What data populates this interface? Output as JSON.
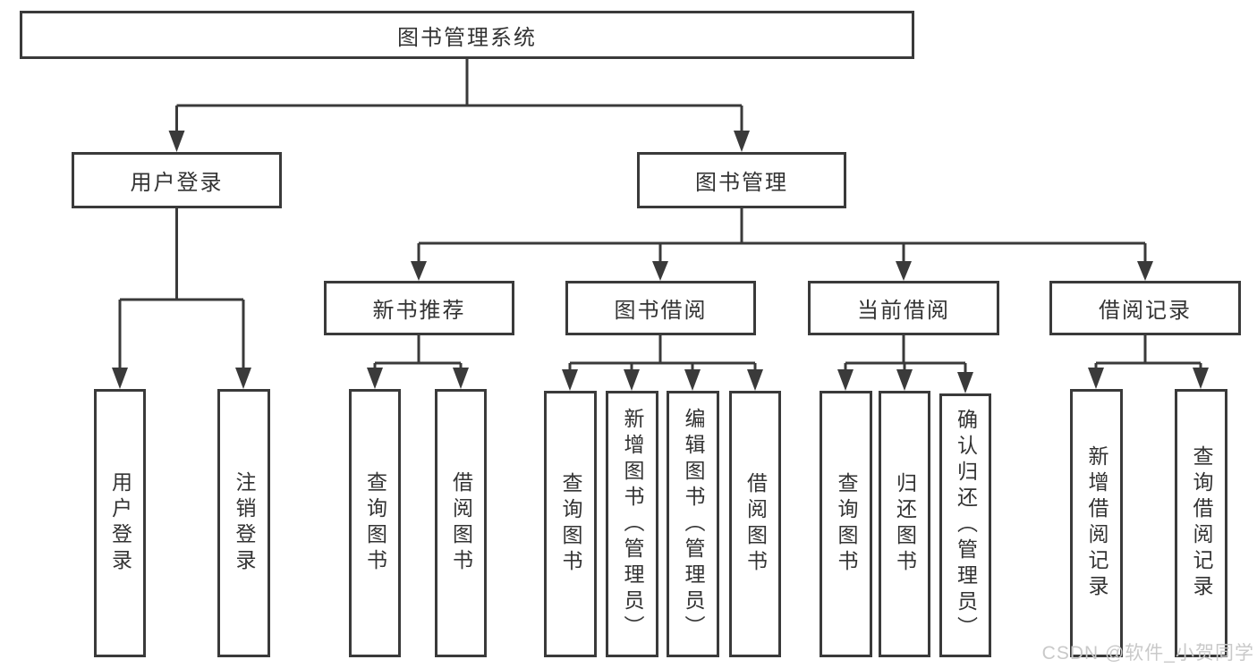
{
  "colors": {
    "line": "#3a3a3a",
    "box_fill": "#ffffff",
    "text": "#333333",
    "watermark_text_color": "#c9c9c9"
  },
  "diagram": {
    "root": {
      "label": "图书管理系统"
    },
    "user_login": {
      "label": "用户登录",
      "leaves": [
        {
          "label": "用户登录"
        },
        {
          "label": "注销登录"
        }
      ]
    },
    "book_mgmt": {
      "label": "图书管理",
      "sections": [
        {
          "label": "新书推荐",
          "leaves": [
            {
              "label": "查询图书"
            },
            {
              "label": "借阅图书"
            }
          ]
        },
        {
          "label": "图书借阅",
          "leaves": [
            {
              "label": "查询图书"
            },
            {
              "label": "新增图书（管理员）"
            },
            {
              "label": "编辑图书（管理员）"
            },
            {
              "label": "借阅图书"
            }
          ]
        },
        {
          "label": "当前借阅",
          "leaves": [
            {
              "label": "查询图书"
            },
            {
              "label": "归还图书"
            },
            {
              "label": "确认归还（管理员）"
            }
          ]
        },
        {
          "label": "借阅记录",
          "leaves": [
            {
              "label": "新增借阅记录"
            },
            {
              "label": "查询借阅记录"
            }
          ]
        }
      ]
    }
  },
  "watermark": {
    "text": "CSDN @软件_小贺同学"
  }
}
